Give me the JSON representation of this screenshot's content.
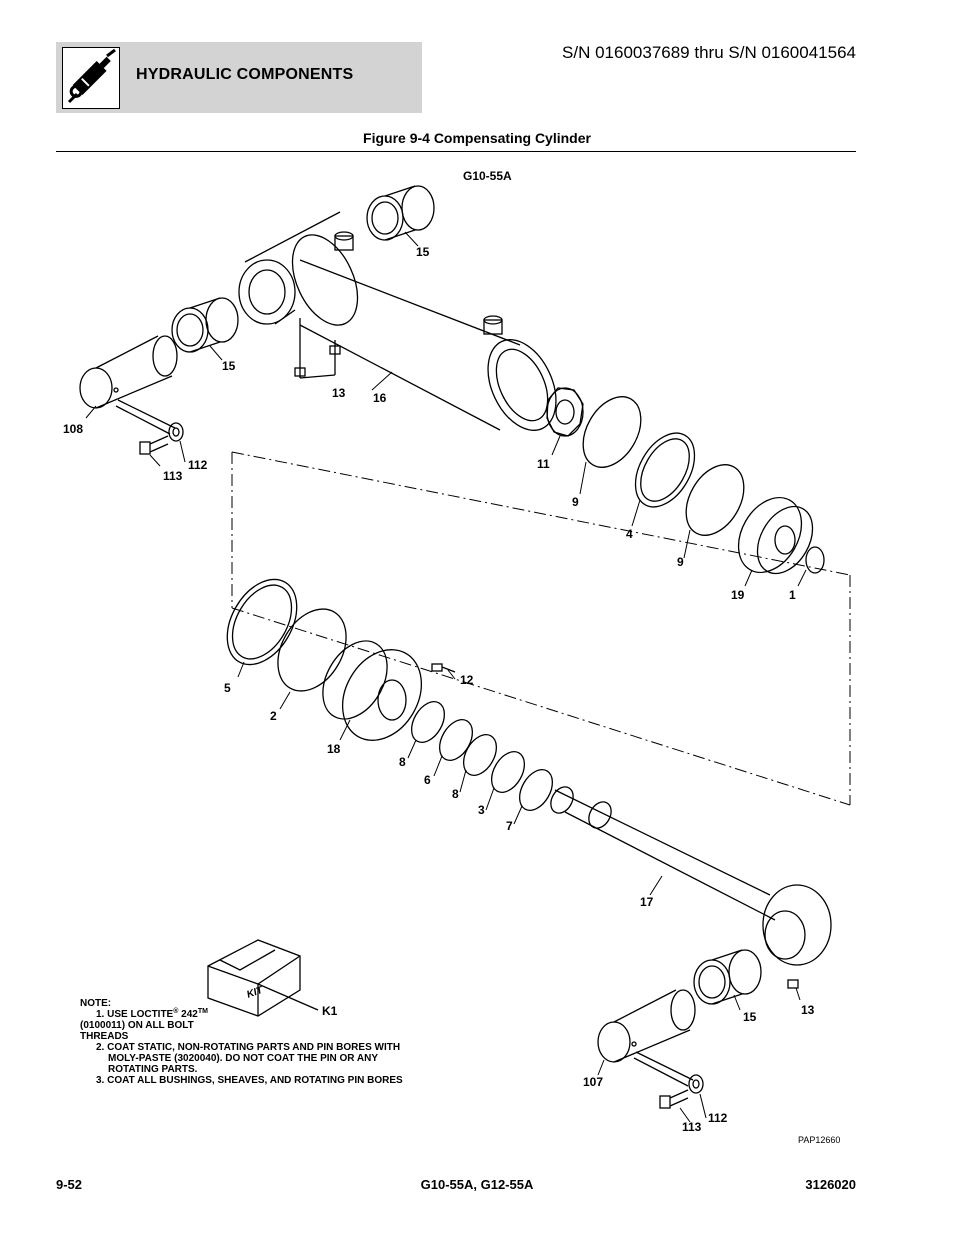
{
  "header": {
    "section_title": "HYDRAULIC COMPONENTS",
    "icon": "hydraulic-cylinder-icon",
    "serial_range": "S/N 0160037689 thru S/N 0160041564"
  },
  "figure": {
    "title": "Figure 9-4 Compensating Cylinder",
    "model_label": "G10-55A",
    "drawing_number": "PAP12660",
    "kit_label": "KIT",
    "callouts": {
      "c15a": "15",
      "c15b": "15",
      "c15c": "15",
      "c13a": "13",
      "c13b": "13",
      "c16": "16",
      "c108": "108",
      "c113a": "113",
      "c112a": "112",
      "c11": "11",
      "c9a": "9",
      "c4": "4",
      "c9b": "9",
      "c19": "19",
      "c1": "1",
      "c5": "5",
      "c2": "2",
      "c12": "12",
      "c18": "18",
      "c8a": "8",
      "c6": "6",
      "c8b": "8",
      "c3": "3",
      "c7": "7",
      "c17": "17",
      "cK1": "K1",
      "c107": "107",
      "c113b": "113",
      "c112b": "112"
    }
  },
  "notes": {
    "heading": "NOTE:",
    "n1_prefix": "1. USE LOCTITE",
    "n1_reg": "®",
    "n1_number": " 242",
    "n1_tm": "TM",
    "n1_line2": "(0100011) ON ALL BOLT",
    "n1_line3": "THREADS",
    "n2_line1": "2. COAT STATIC, NON-ROTATING PARTS AND PIN BORES WITH",
    "n2_line2": "MOLY-PASTE (3020040). DO NOT COAT THE PIN OR ANY",
    "n2_line3": "ROTATING PARTS.",
    "n3_line1": "3. COAT ALL BUSHINGS, SHEAVES, AND ROTATING PIN BORES"
  },
  "footer": {
    "page_number": "9-52",
    "models": "G10-55A, G12-55A",
    "manual_number": "3126020"
  }
}
